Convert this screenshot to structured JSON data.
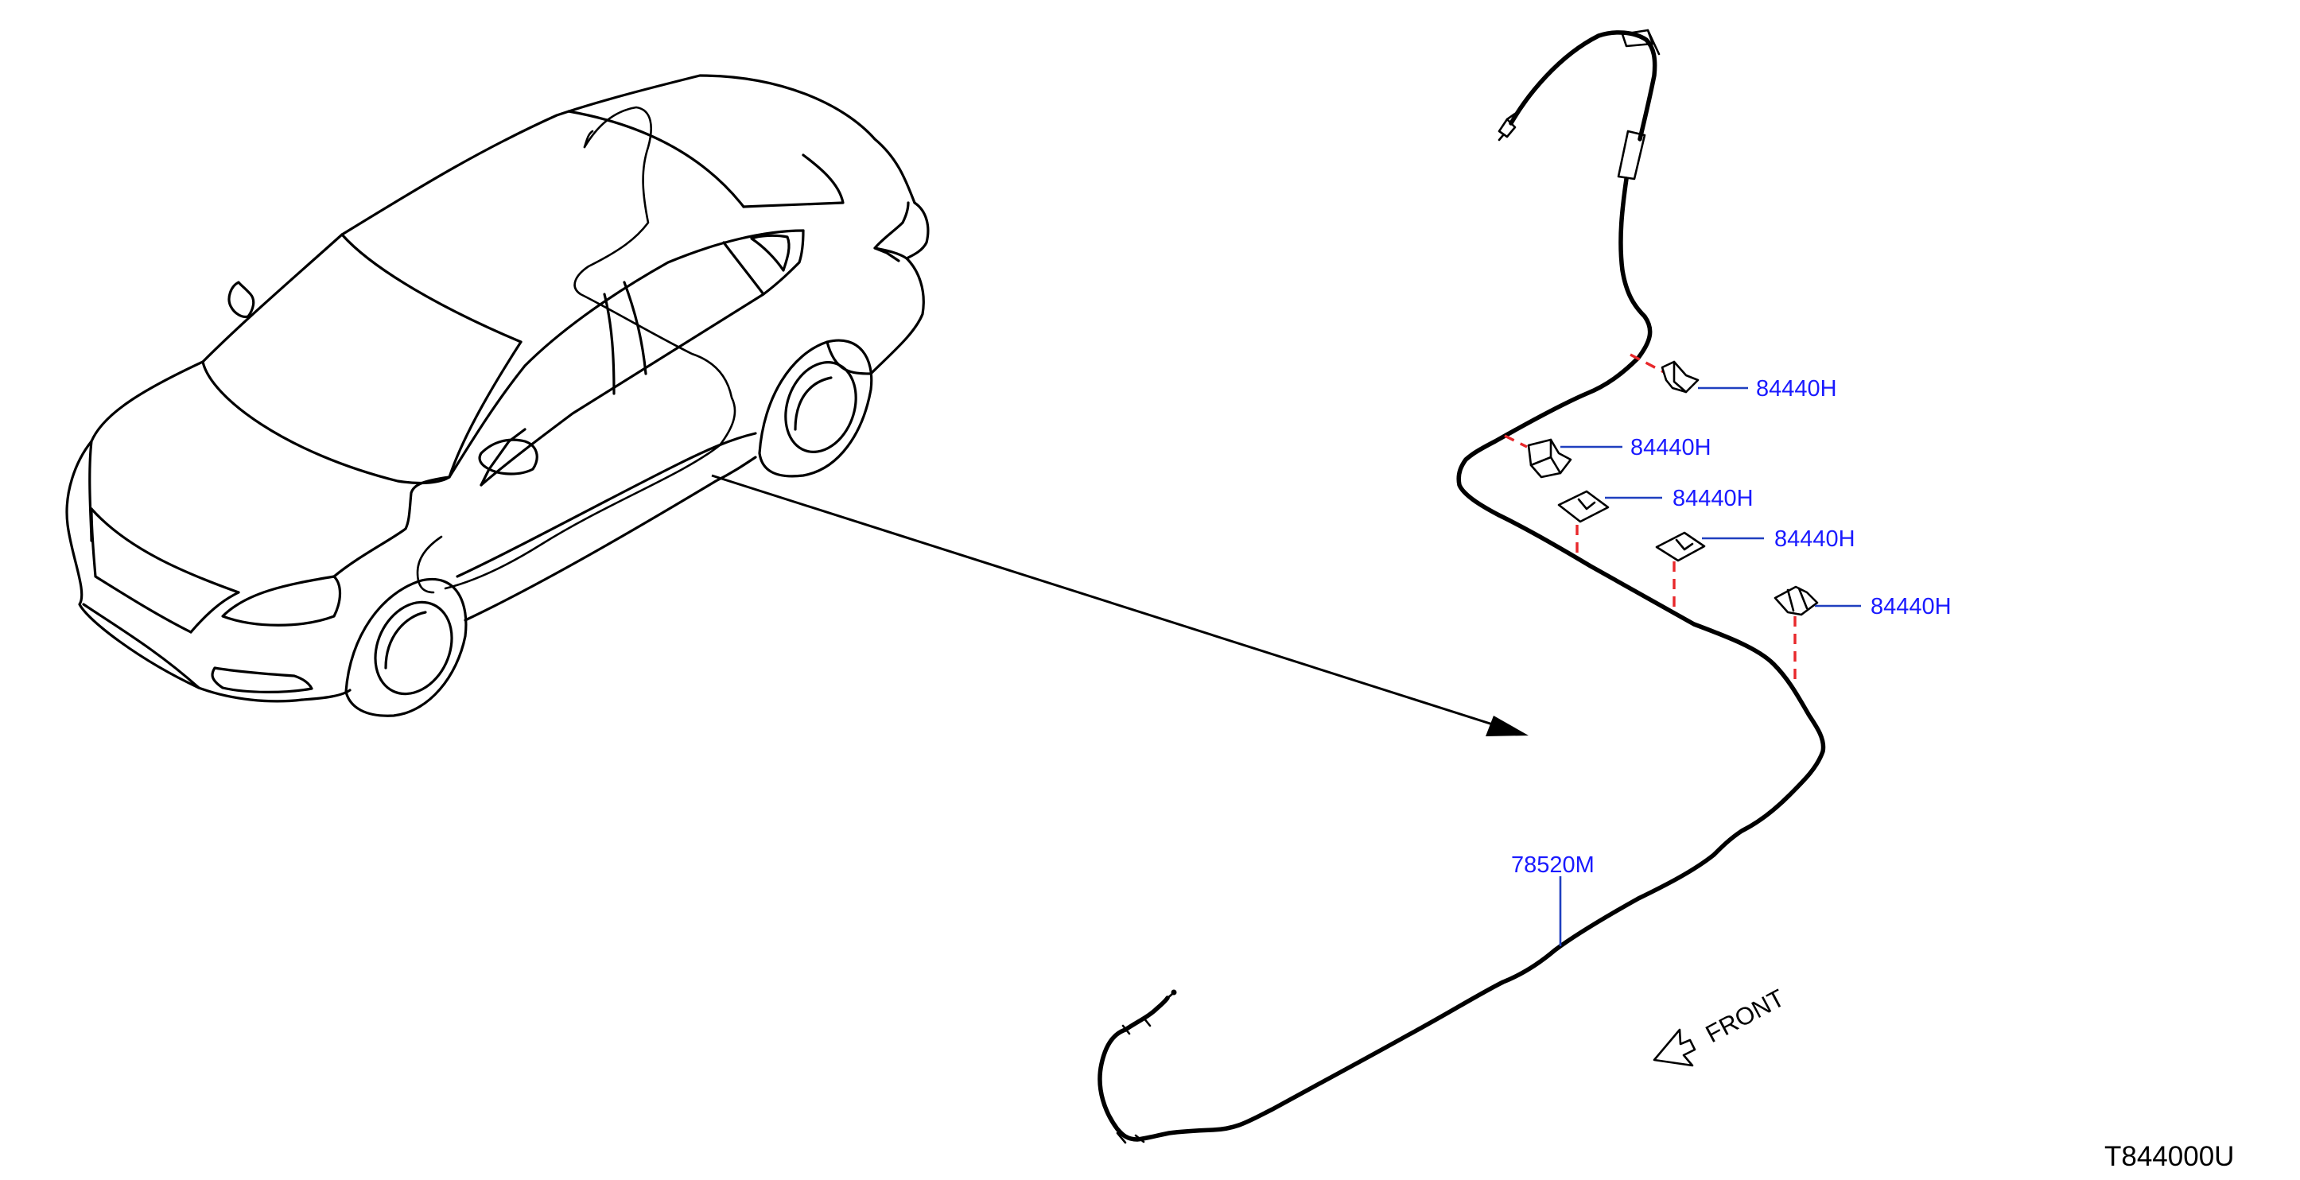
{
  "diagram": {
    "part_labels": [
      {
        "id": "clip-1",
        "text": "84440H"
      },
      {
        "id": "clip-2",
        "text": "84440H"
      },
      {
        "id": "clip-3",
        "text": "84440H"
      },
      {
        "id": "clip-4",
        "text": "84440H"
      },
      {
        "id": "clip-5",
        "text": "84440H"
      }
    ],
    "harness_label": "78520M",
    "front_label": "FRONT",
    "drawing_code": "T844000U",
    "colors": {
      "part_label": "#1a1aff",
      "leader_line": "#1f3fbf",
      "dashed_line": "#e8282b",
      "linework": "#000000"
    }
  }
}
